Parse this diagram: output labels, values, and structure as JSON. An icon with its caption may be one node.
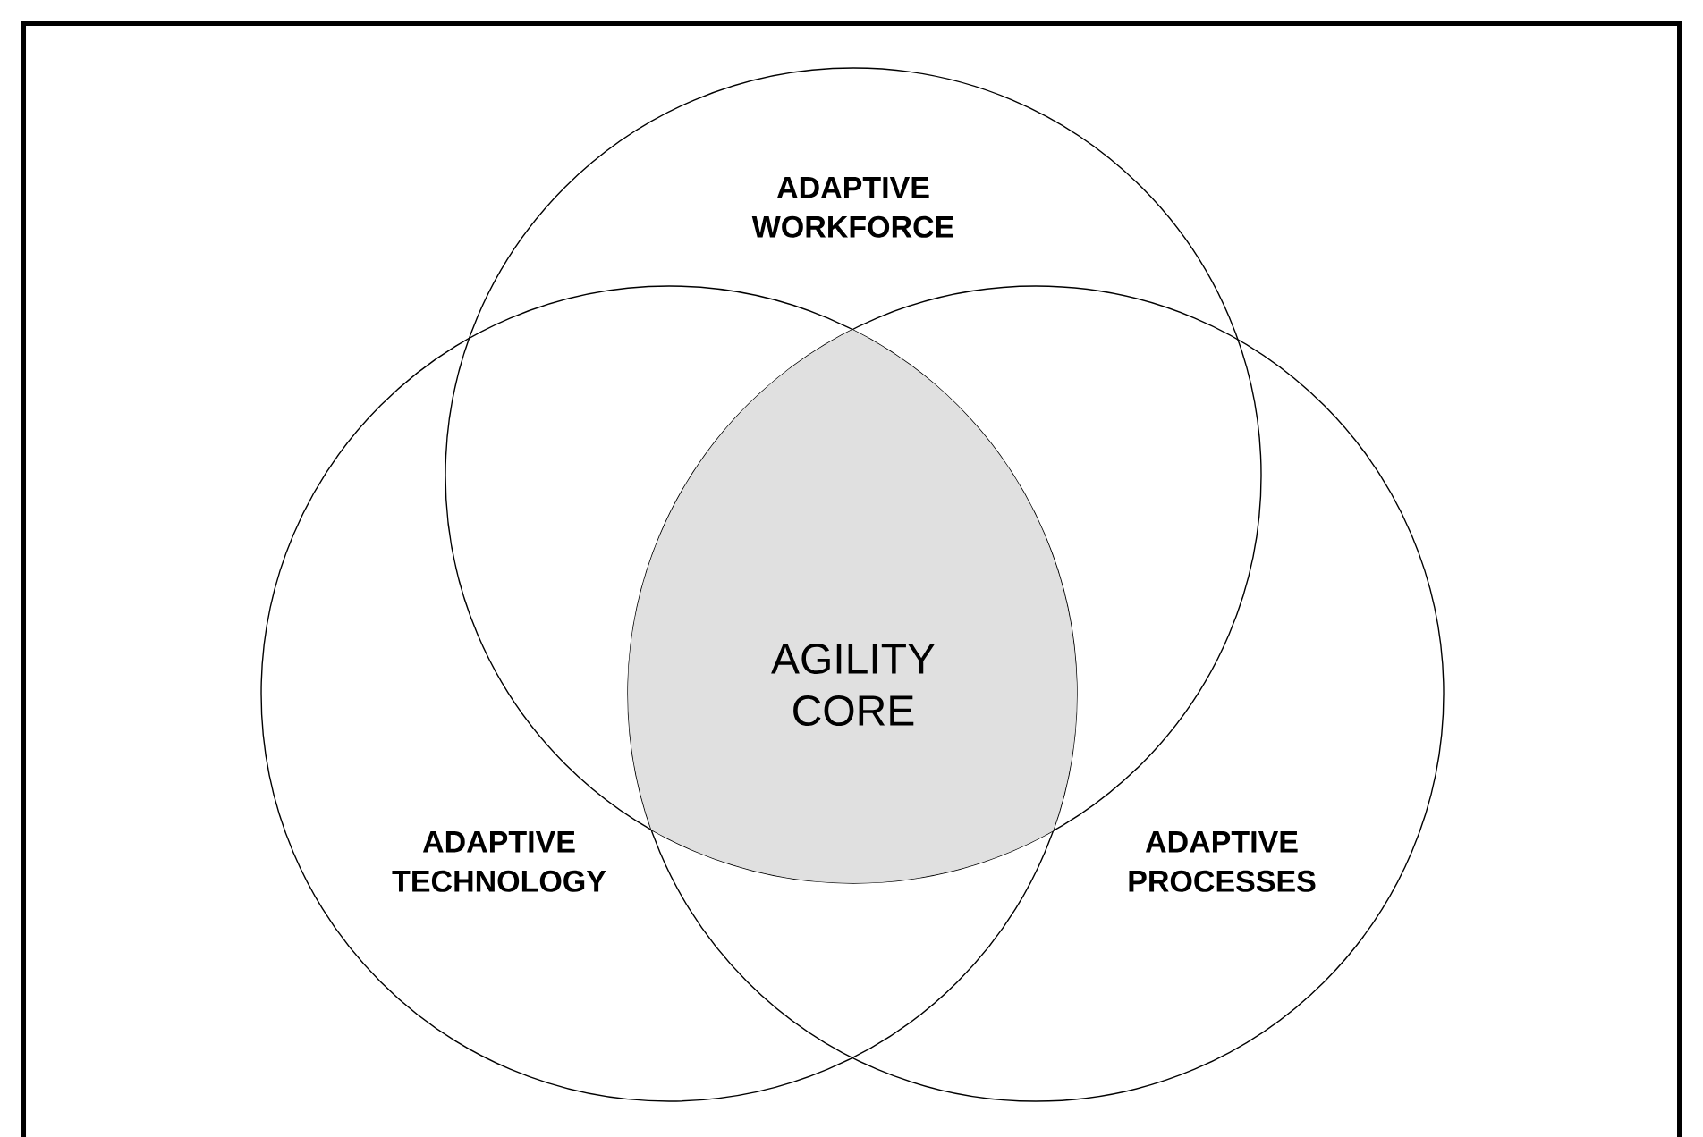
{
  "diagram": {
    "nodes": [
      {
        "text": [
          "ADAPTIVE WORKFORCE"
        ]
      },
      {
        "text": [
          "ADAPTIVE TECHNOLOGY"
        ]
      },
      {
        "text": [
          "ADAPTIVE PROCESSES"
        ]
      },
      {
        "text": [
          "AGILITY CORE"
        ]
      }
    ]
  }
}
